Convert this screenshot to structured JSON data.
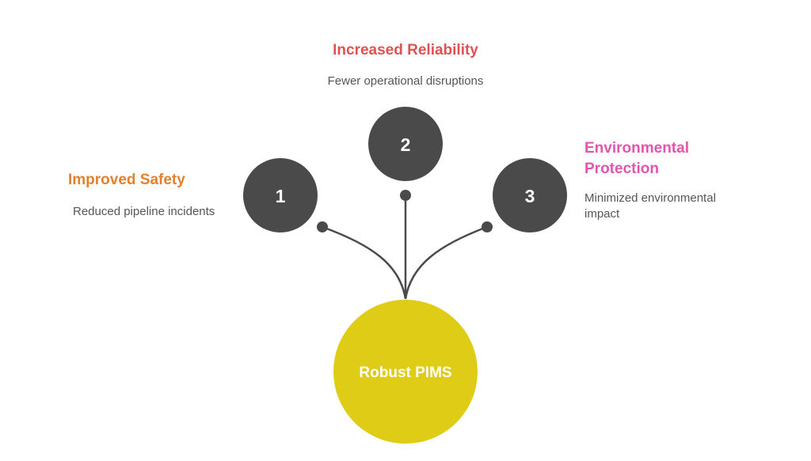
{
  "hub": {
    "label": "Robust PIMS",
    "color": "#DFCC17"
  },
  "node_color": "#4A4A4A",
  "items": [
    {
      "number": "1",
      "title": "Improved Safety",
      "description": "Reduced pipeline incidents",
      "color": "#E0812F"
    },
    {
      "number": "2",
      "title": "Increased Reliability",
      "description": "Fewer operational disruptions",
      "color": "#E05252"
    },
    {
      "number": "3",
      "title_lines": [
        "Environmental",
        "Protection"
      ],
      "title": "Environmental Protection",
      "description_lines": [
        "Minimized environmental",
        "impact"
      ],
      "description": "Minimized environmental impact",
      "color": "#E056AE"
    }
  ]
}
